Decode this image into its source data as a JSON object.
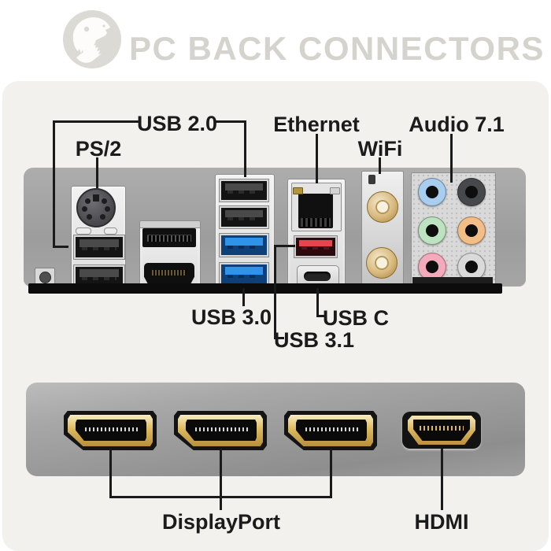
{
  "header": {
    "title": "PC BACK CONNECTORS",
    "logo": "t-rex-skull-icon"
  },
  "top_diagram": {
    "labels": {
      "usb2": "USB 2.0",
      "ps2": "PS/2",
      "ethernet": "Ethernet",
      "wifi": "WiFi",
      "audio": "Audio 7.1",
      "usb3": "USB 3.0",
      "usbc": "USB C",
      "usb31": "USB 3.1"
    }
  },
  "bottom_diagram": {
    "labels": {
      "displayport": "DisplayPort",
      "hdmi": "HDMI"
    }
  },
  "colors": {
    "title_gray": "#d5d3cd",
    "label_text": "#1b1b1b",
    "panel_gray": "#a5a5a5",
    "usb3_blue": "#2f93ea",
    "usb31_red": "#e8444e",
    "gold": "#d9b85c",
    "audio_jacks": [
      "#a9cdee",
      "#46484b",
      "#bde2c0",
      "#f3bd87",
      "#f5aabb",
      "#dadada"
    ]
  }
}
